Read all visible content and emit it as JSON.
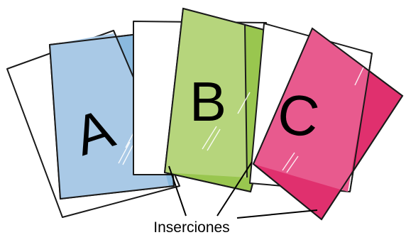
{
  "caption": "Inserciones",
  "sections": [
    {
      "letter": "A",
      "insert_color": "#a9c9e6",
      "insert_color_dark": "#8ab9de"
    },
    {
      "letter": "B",
      "insert_color": "#b6d57c",
      "insert_color_dark": "#99c64f"
    },
    {
      "letter": "C",
      "insert_color": "#e85a8e",
      "insert_color_dark": "#e0306e"
    }
  ],
  "colors": {
    "background": "#ffffff",
    "outline": "#1a1a1a",
    "text": "#000000"
  }
}
